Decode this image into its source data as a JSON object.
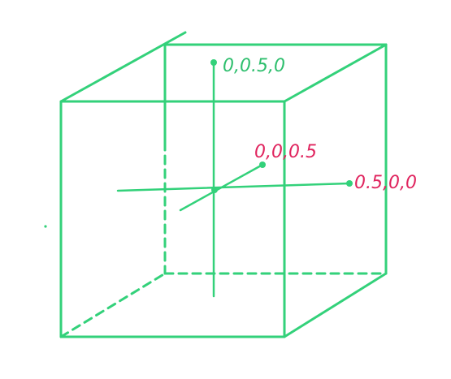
{
  "diagram": {
    "colors": {
      "edge": "#33d17a",
      "label_green": "#2fbf6e",
      "label_pink": "#e0245e"
    },
    "labels": {
      "top_point": "0,0.5,0",
      "face_point": "0,0,0.5",
      "side_point": "0.5,0,0"
    }
  }
}
